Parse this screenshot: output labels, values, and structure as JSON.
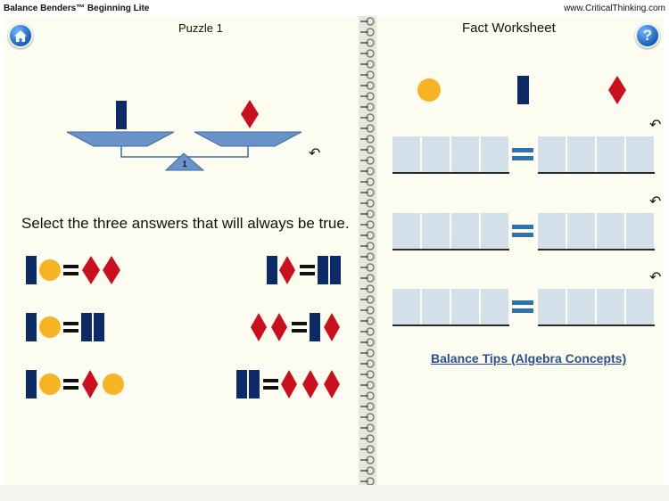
{
  "header": {
    "app_title": "Balance Benders™ Beginning Lite",
    "site": "www.CriticalThinking.com"
  },
  "left": {
    "puzzle_title": "Puzzle 1",
    "prompt": "Select the three answers that will always be true.",
    "scale_fulcrum_label": "1"
  },
  "right": {
    "title": "Fact Worksheet",
    "tips_link": "Balance Tips (Algebra Concepts)"
  },
  "icons": {
    "home": "home-icon",
    "help": "help-icon",
    "undo": "undo-icon"
  },
  "buttons": {
    "help_glyph": "?",
    "undo_glyph": "↶"
  },
  "colors": {
    "bar": "#0c2a66",
    "diamond": "#c8101e",
    "circle": "#f6b324",
    "scale": "#6a93c8",
    "cell": "#d3e0ea",
    "equals": "#2e72b0"
  }
}
